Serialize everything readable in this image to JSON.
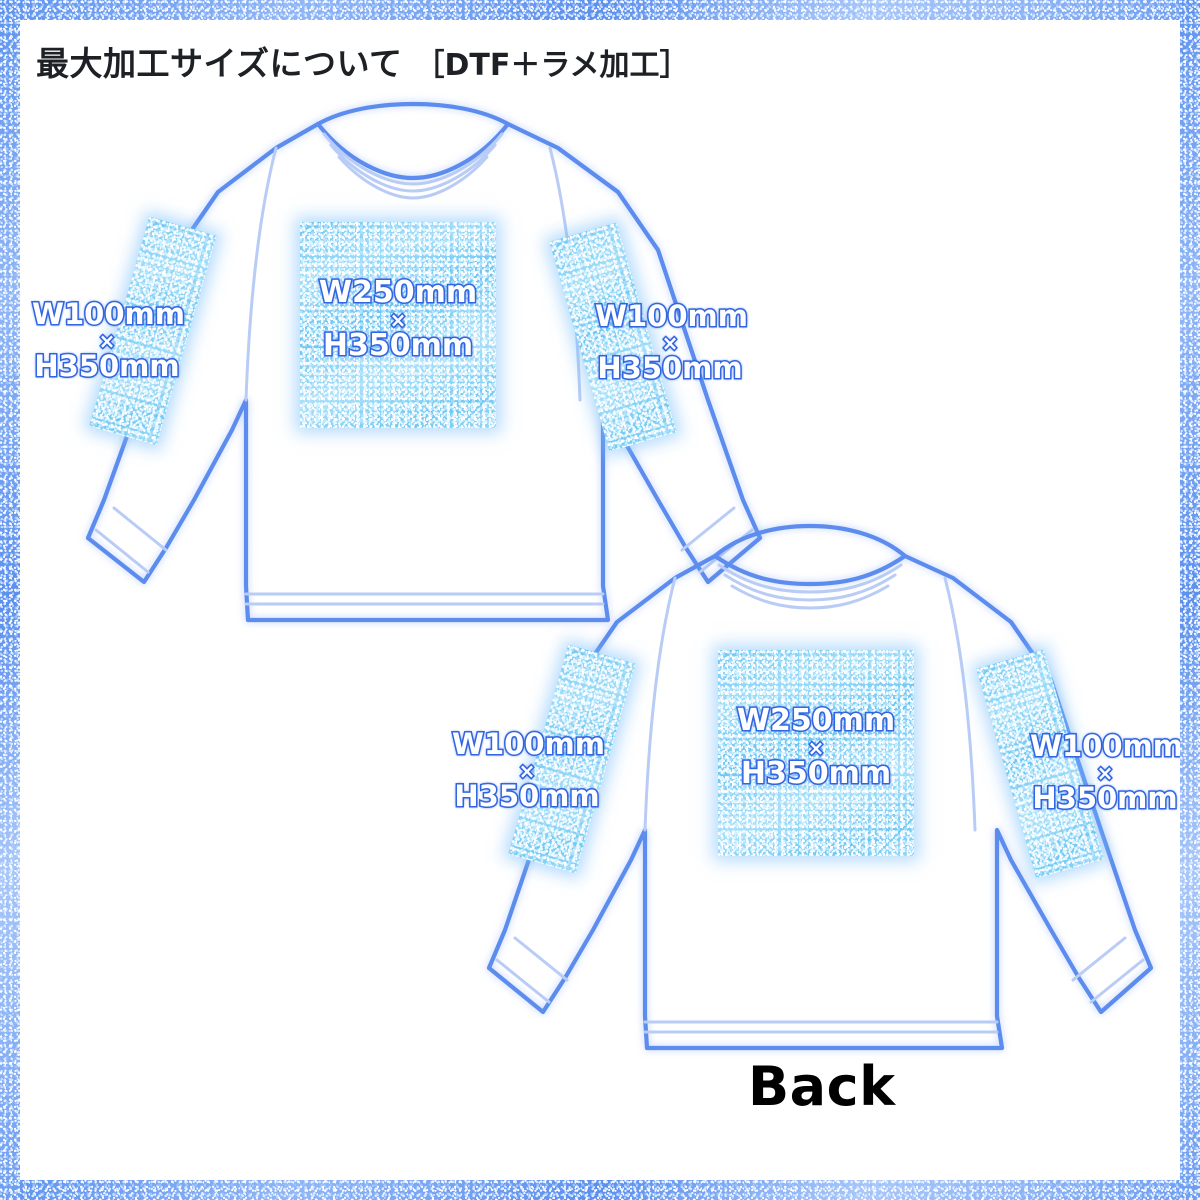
{
  "page": {
    "title": "最大加工サイズについて",
    "title_tag": "［DTF＋ラメ加工］",
    "background_color": "#ffffff",
    "border_color": "#6fa0f2",
    "outline_color": "#5c8cee",
    "print_area_color": "#79cdf4",
    "label_text_color": "#ffffff",
    "label_outline_color": "#3366e0"
  },
  "garments": [
    {
      "id": "front",
      "view_label": "",
      "print_areas": [
        {
          "id": "chest",
          "name": "chest-print-area",
          "width_label": "W250mm",
          "separator": "×",
          "height_label": "H350mm"
        },
        {
          "id": "sleeve-left",
          "name": "left-sleeve-print-area",
          "width_label": "W100mm",
          "separator": "×",
          "height_label": "H350mm"
        },
        {
          "id": "sleeve-right",
          "name": "right-sleeve-print-area",
          "width_label": "W100mm",
          "separator": "×",
          "height_label": "H350mm"
        }
      ]
    },
    {
      "id": "back",
      "view_label": "Back",
      "print_areas": [
        {
          "id": "chest",
          "name": "back-print-area",
          "width_label": "W250mm",
          "separator": "×",
          "height_label": "H350mm"
        },
        {
          "id": "sleeve-left",
          "name": "left-sleeve-print-area",
          "width_label": "W100mm",
          "separator": "×",
          "height_label": "H350mm"
        },
        {
          "id": "sleeve-right",
          "name": "right-sleeve-print-area",
          "width_label": "W100mm",
          "separator": "×",
          "height_label": "H350mm"
        }
      ]
    }
  ]
}
